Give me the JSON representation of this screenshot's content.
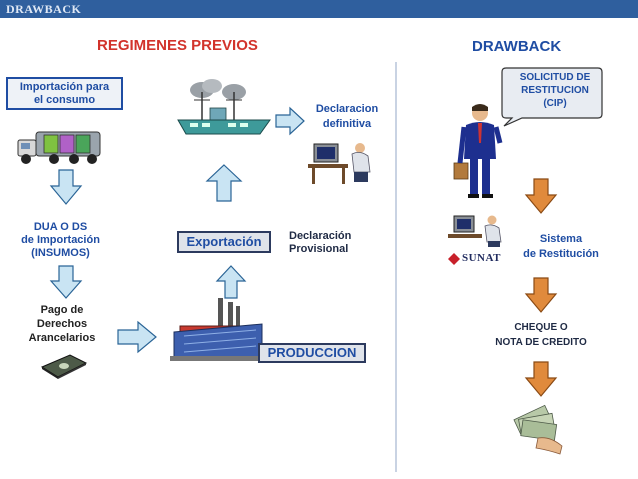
{
  "header": {
    "title": "DRAWBACK"
  },
  "left": {
    "title": "REGIMENES PREVIOS",
    "importacion": "Importación para\nel consumo",
    "dua": "DUA O DS\nde Importación\n(INSUMOS)",
    "pago": "Pago de\nDerechos\nArancelarios",
    "exportacion": "Exportación",
    "decl_provisional": "Declaración\nProvisional",
    "decl_definitiva": "Declaracion\ndefinitiva",
    "produccion": "PRODUCCION"
  },
  "right": {
    "title": "DRAWBACK",
    "solicitud": "SOLICITUD DE\nRESTITUCION\n(CIP)",
    "sistema": "Sistema\nde Restitución",
    "sunat": "SUNAT",
    "cheque": "CHEQUE O\nNOTA DE CREDITO"
  },
  "colors": {
    "header_bar": "#2f5f9e",
    "title_red": "#d2332b",
    "text_blue": "#1f4da3",
    "arrow_left_fill": "#c9e4f3",
    "arrow_left_stroke": "#2a6496",
    "arrow_right_fill": "#e08a3c",
    "arrow_right_stroke": "#8a4a14"
  },
  "icons": [
    "truck-icon",
    "ship-icon",
    "computer-operator-icon",
    "money-stack-icon",
    "factory-icon",
    "businessman-icon",
    "sunat-logo-icon",
    "cash-hand-icon"
  ]
}
